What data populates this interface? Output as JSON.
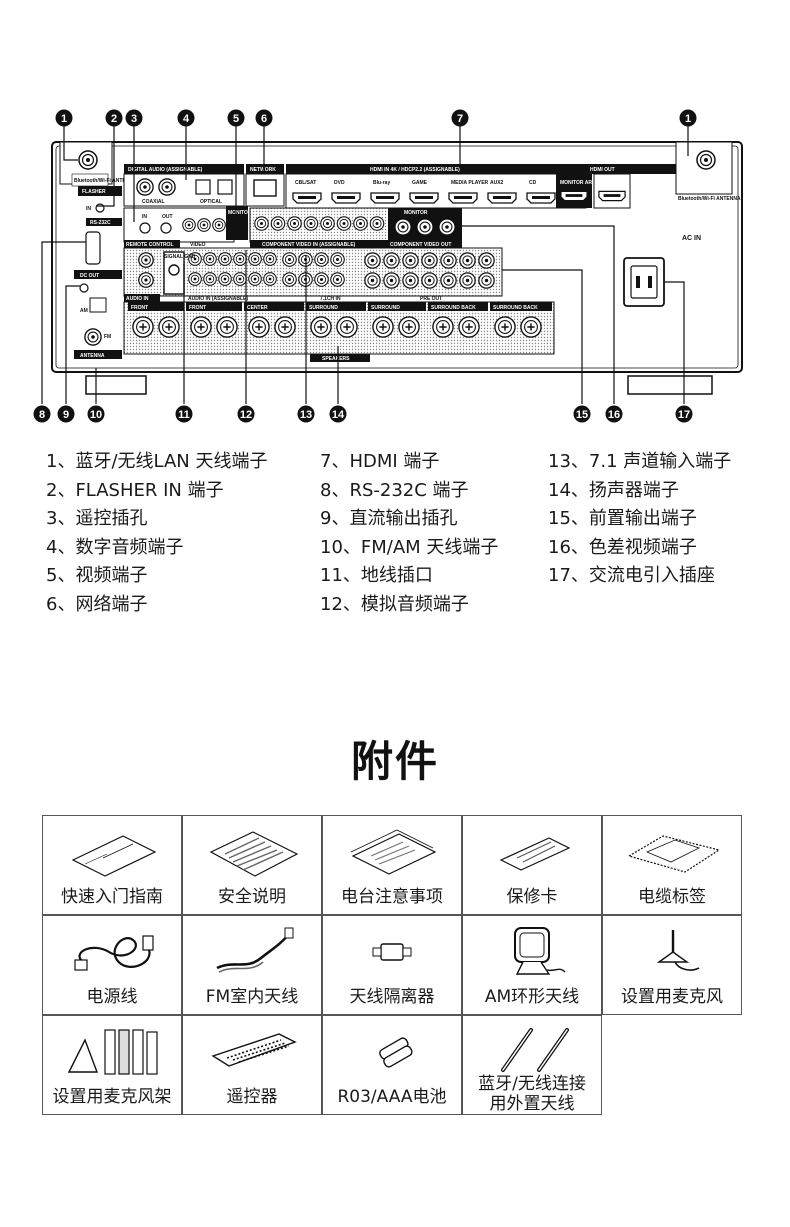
{
  "diagram": {
    "callouts_top": [
      "1",
      "2",
      "3",
      "4",
      "5",
      "6",
      "7",
      "1"
    ],
    "callouts_bottom": [
      "8",
      "9",
      "10",
      "11",
      "12",
      "13",
      "14",
      "15",
      "16",
      "17"
    ],
    "panel_labels": {
      "bt_antenna_left": "Bluetooth/Wi-Fi ANTENNA",
      "bt_antenna_right": "Bluetooth/Wi-Fi ANTENNA",
      "flasher": "FLASHER",
      "flasher_in": "IN",
      "rs232c": "RS-232C",
      "dc_out": "DC OUT",
      "antenna": "ANTENNA",
      "am": "AM",
      "fm": "FM",
      "digital_audio": "DIGITAL AUDIO (ASSIGNABLE)",
      "coaxial": "COAXIAL",
      "optical": "OPTICAL",
      "network": "NETWORK",
      "hdmi_in": "HDMI IN 4K / HDCP2.2 (ASSIGNABLE)",
      "hdmi_out": "HDMI OUT",
      "hdmi_in_inputs": [
        "CBL/SAT",
        "DVD",
        "Blu-ray",
        "GAME",
        "MEDIA PLAYER",
        "AUX2",
        "CD"
      ],
      "monitor_arc": "MONITOR ARC",
      "ac_in": "AC IN",
      "remote_control": "REMOTE CONTROL",
      "remote_in": "IN",
      "remote_out": "OUT",
      "video": "VIDEO",
      "monitor": "MONITOR",
      "component_video_in": "COMPONENT VIDEO IN (ASSIGNABLE)",
      "component_video_out": "COMPONENT VIDEO OUT",
      "audio_in": "AUDIO IN",
      "audio_in_assignable": "AUDIO IN (ASSIGNABLE)",
      "ch71_in": "7.1CH IN",
      "pre_out": "PRE OUT",
      "signal_gnd": "SIGNAL GND",
      "speakers": "SPEAKERS",
      "speaker_groups": [
        "FRONT",
        "FRONT",
        "CENTER",
        "SURROUND",
        "SURROUND",
        "SURROUND BACK",
        "SURROUND BACK"
      ]
    }
  },
  "legend": {
    "col1": [
      "1、蓝牙/无线LAN 天线端子",
      "2、FLASHER IN 端子",
      "3、遥控插孔",
      "4、数字音频端子",
      "5、视频端子",
      "6、网络端子"
    ],
    "col2": [
      "7、HDMI 端子",
      "8、RS-232C 端子",
      "9、直流输出插孔",
      "10、FM/AM 天线端子",
      "11、地线插口",
      "12、模拟音频端子"
    ],
    "col3": [
      "13、7.1 声道输入端子",
      "14、扬声器端子",
      "15、前置输出端子",
      "16、色差视频端子",
      "17、交流电引入插座"
    ]
  },
  "accessories": {
    "title": "附件",
    "items": [
      {
        "label": "快速入门指南",
        "icon": "quick-start-guide-icon"
      },
      {
        "label": "安全说明",
        "icon": "safety-instructions-icon"
      },
      {
        "label": "电台注意事项",
        "icon": "radio-notes-icon"
      },
      {
        "label": "保修卡",
        "icon": "warranty-card-icon"
      },
      {
        "label": "电缆标签",
        "icon": "cable-labels-icon"
      },
      {
        "label": "电源线",
        "icon": "power-cord-icon"
      },
      {
        "label": "FM室内天线",
        "icon": "fm-antenna-icon"
      },
      {
        "label": "天线隔离器",
        "icon": "antenna-isolator-icon"
      },
      {
        "label": "AM环形天线",
        "icon": "am-loop-antenna-icon"
      },
      {
        "label": "设置用麦克风",
        "icon": "setup-microphone-icon"
      },
      {
        "label": "设置用麦克风架",
        "icon": "microphone-stand-icon"
      },
      {
        "label": "遥控器",
        "icon": "remote-control-icon"
      },
      {
        "label": "R03/AAA电池",
        "icon": "aaa-batteries-icon"
      },
      {
        "label": "蓝牙/无线连接\n用外置天线",
        "icon": "external-antenna-icon"
      }
    ]
  }
}
